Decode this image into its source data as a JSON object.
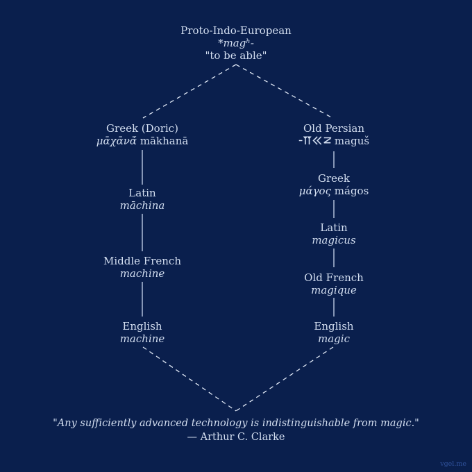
{
  "colors": {
    "background": "#0a1f4d",
    "text": "#d3def0",
    "solid_line": "#c9d6ee",
    "dashed_line": "#e2eaf7",
    "watermark": "#30529c"
  },
  "root": {
    "language": "Proto-Indo-European",
    "form": "*magʰ-",
    "gloss": "\"to be able\""
  },
  "left_branch": [
    {
      "language": "Greek (Doric)",
      "native": "μᾱχᾱνᾱ́",
      "translit": "mākhanā"
    },
    {
      "language": "Latin",
      "form": "māchina"
    },
    {
      "language": "Middle French",
      "form": "machine"
    },
    {
      "language": "English",
      "form": "machine"
    }
  ],
  "right_branch": [
    {
      "language": "Old Persian",
      "script": "𐎶𐎦𐎢",
      "translit": "maguš"
    },
    {
      "language": "Greek",
      "native": "μάγος",
      "translit": "mágos"
    },
    {
      "language": "Latin",
      "form": "magicus"
    },
    {
      "language": "Old French",
      "form": "magique"
    },
    {
      "language": "English",
      "form": "magic"
    }
  ],
  "quote": {
    "text": "\"Any sufficiently advanced technology is indistinguishable from magic.\"",
    "attribution": "— Arthur C. Clarke"
  },
  "watermark": "vgel.me"
}
